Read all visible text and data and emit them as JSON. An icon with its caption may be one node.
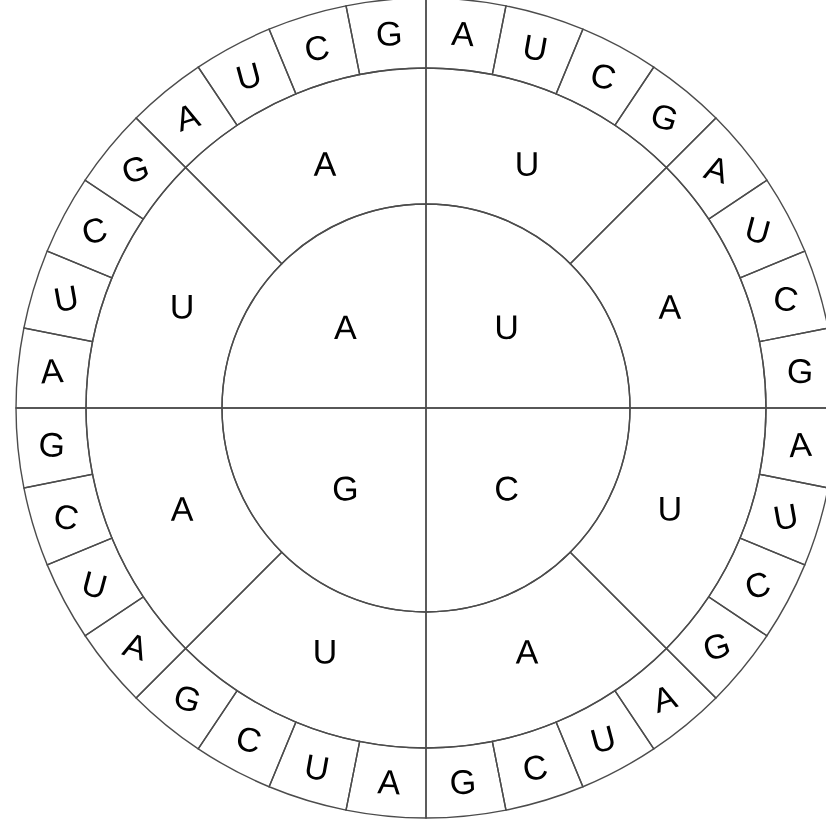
{
  "diagram": {
    "nodes": [
      {
        "text": [
          "A"
        ]
      },
      {
        "text": [
          "U"
        ]
      },
      {
        "text": [
          "G"
        ]
      },
      {
        "text": [
          "C"
        ]
      },
      {
        "text": [
          "U"
        ]
      },
      {
        "text": [
          "A"
        ]
      },
      {
        "text": [
          "U"
        ]
      },
      {
        "text": [
          "A"
        ]
      },
      {
        "text": [
          "U"
        ]
      },
      {
        "text": [
          "A"
        ]
      },
      {
        "text": [
          "U"
        ]
      },
      {
        "text": [
          "A"
        ]
      },
      {
        "text": [
          "A"
        ]
      },
      {
        "text": [
          "U"
        ]
      },
      {
        "text": [
          "C"
        ]
      },
      {
        "text": [
          "G"
        ]
      },
      {
        "text": [
          "A"
        ]
      },
      {
        "text": [
          "U"
        ]
      },
      {
        "text": [
          "C"
        ]
      },
      {
        "text": [
          "G"
        ]
      },
      {
        "text": [
          "A"
        ]
      },
      {
        "text": [
          "U"
        ]
      },
      {
        "text": [
          "C"
        ]
      },
      {
        "text": [
          "G"
        ]
      },
      {
        "text": [
          "A"
        ]
      },
      {
        "text": [
          "U"
        ]
      },
      {
        "text": [
          "C"
        ]
      },
      {
        "text": [
          "G"
        ]
      },
      {
        "text": [
          "A"
        ]
      },
      {
        "text": [
          "U"
        ]
      },
      {
        "text": [
          "C"
        ]
      },
      {
        "text": [
          "G"
        ]
      },
      {
        "text": [
          "A"
        ]
      },
      {
        "text": [
          "U"
        ]
      },
      {
        "text": [
          "C"
        ]
      },
      {
        "text": [
          "G"
        ]
      },
      {
        "text": [
          "A"
        ]
      },
      {
        "text": [
          "U"
        ]
      },
      {
        "text": [
          "C"
        ]
      },
      {
        "text": [
          "G"
        ]
      },
      {
        "text": [
          "A"
        ]
      },
      {
        "text": [
          "U"
        ]
      },
      {
        "text": [
          "C"
        ]
      },
      {
        "text": [
          "G"
        ]
      }
    ]
  }
}
